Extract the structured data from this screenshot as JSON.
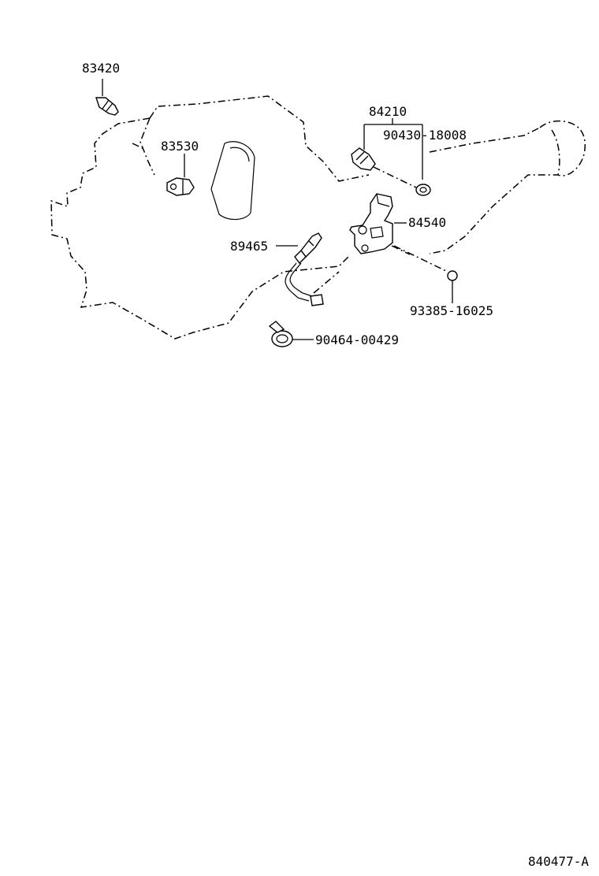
{
  "parts": {
    "p83420": "83420",
    "p83530": "83530",
    "p84210": "84210",
    "p90430": "90430-18008",
    "p84540": "84540",
    "p89465": "89465",
    "p93385": "93385-16025",
    "p90464": "90464-00429"
  },
  "figure_id": "840477-A"
}
